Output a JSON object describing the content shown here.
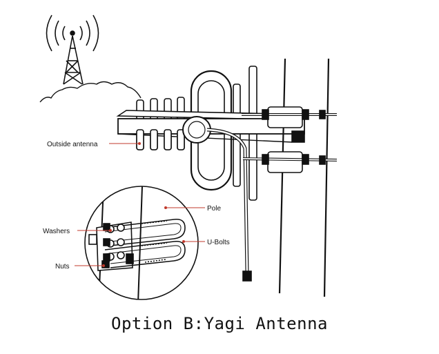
{
  "labels": {
    "outside_antenna": "Outside antenna",
    "pole": "Pole",
    "washers": "Washers",
    "u_bolts": "U-Bolts",
    "nuts": "Nuts"
  },
  "caption": "Option B:Yagi Antenna",
  "colors": {
    "line": "#111111",
    "leader": "#c0392b"
  }
}
